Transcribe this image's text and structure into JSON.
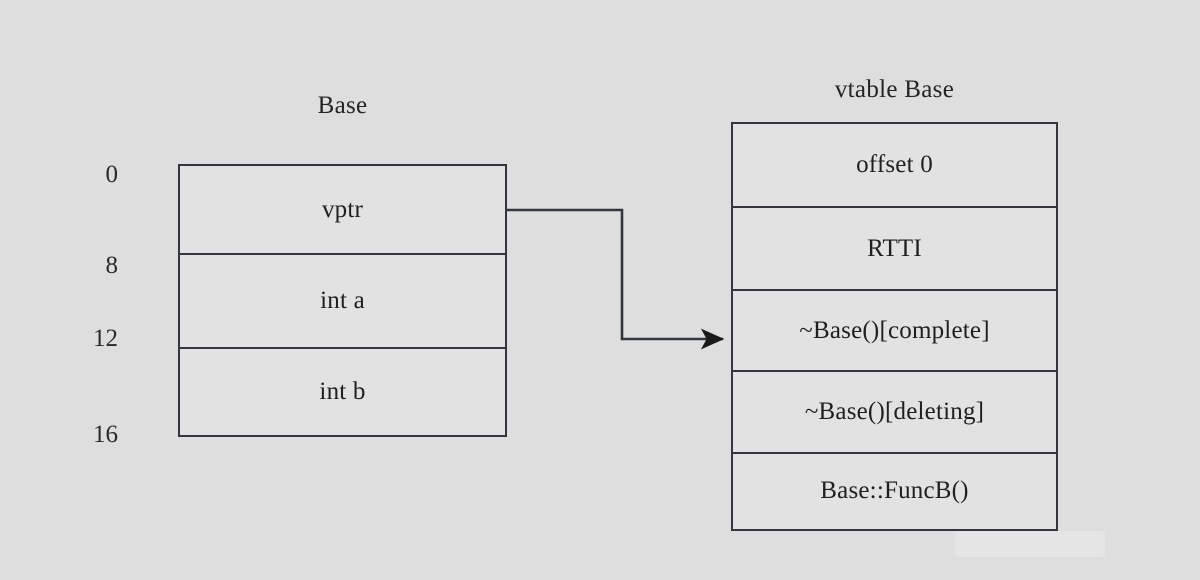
{
  "diagram": {
    "background_color": "#dedede",
    "line_color": "#33373b",
    "text_color": "#1f1f1f"
  },
  "object_layout": {
    "title": "Base",
    "rows": [
      {
        "label": "vptr"
      },
      {
        "label": "int a"
      },
      {
        "label": "int b"
      }
    ],
    "offsets": [
      "0",
      "8",
      "12",
      "16"
    ]
  },
  "vtable": {
    "title": "vtable Base",
    "entries": [
      {
        "label": "offset 0"
      },
      {
        "label": "RTTI"
      },
      {
        "label": "~Base()[complete]"
      },
      {
        "label": "~Base()[deleting]"
      },
      {
        "label": "Base::FuncB()"
      }
    ]
  },
  "connector": {
    "name": "vptr-to-vtable-arrow",
    "from": "vptr",
    "to": "~Base()[complete]"
  }
}
